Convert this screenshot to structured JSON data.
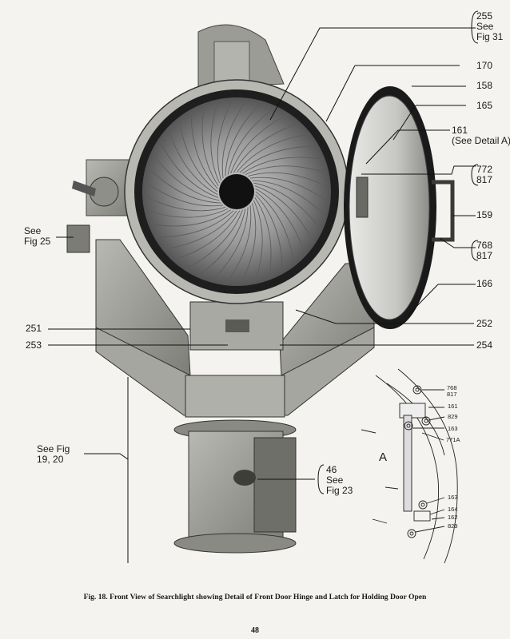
{
  "callouts": {
    "c255": "255\nSee\nFig 31",
    "c170": "170",
    "c158": "158",
    "c165": "165",
    "c161": "161\n(See Detail A)",
    "c772": "772\n817",
    "c159": "159",
    "c768": "768\n817",
    "c166": "166",
    "c252": "252",
    "c254": "254",
    "c251": "251",
    "c253": "253",
    "fig25": "See\nFig 25",
    "fig1920": "See Fig\n19, 20",
    "c46": "46\nSee\nFig 23"
  },
  "detail": {
    "d768": "768\n817",
    "d161": "161",
    "d829": "829",
    "d163a": "163",
    "d771a": "771A",
    "letter": "A",
    "d163b": "163",
    "d164": "164",
    "d162": "162",
    "d829b": "829"
  },
  "caption": "Fig. 18. Front View of Searchlight showing Detail of Front Door Hinge and Latch for Holding Door Open",
  "page_number": "48"
}
